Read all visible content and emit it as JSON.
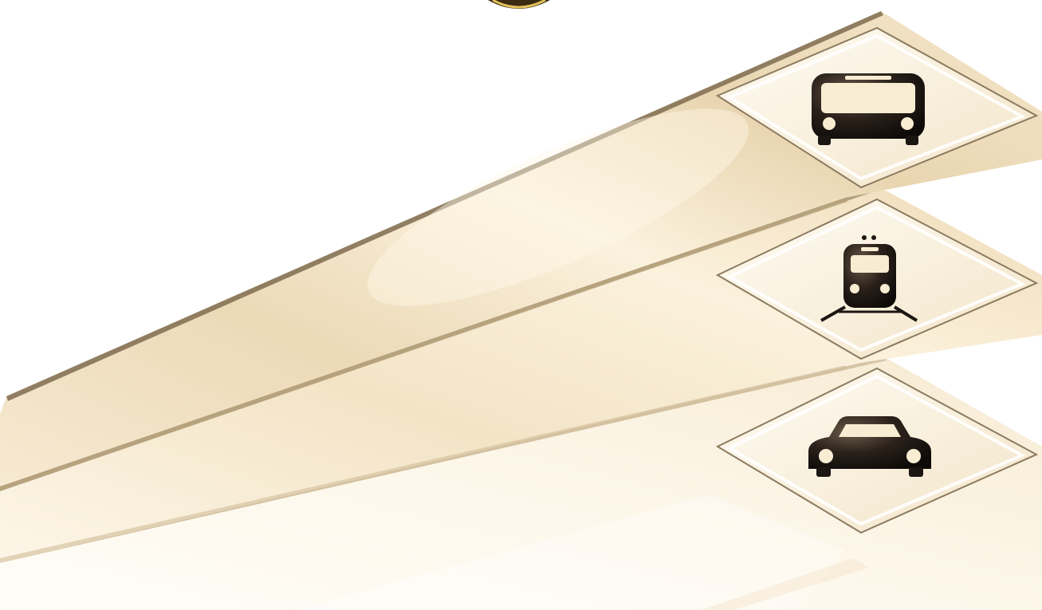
{
  "scene": {
    "bands": [
      {
        "name": "bus",
        "icon": "bus-icon"
      },
      {
        "name": "train",
        "icon": "train-icon"
      },
      {
        "name": "car",
        "icon": "car-icon"
      }
    ]
  },
  "colors": {
    "background": "#ffffff",
    "band_light": "#fffaf0",
    "band_mid": "#f2e3c5",
    "band_shade": "#d9c29a",
    "edge": "#8c7a5e",
    "icon": "#1c1612"
  }
}
